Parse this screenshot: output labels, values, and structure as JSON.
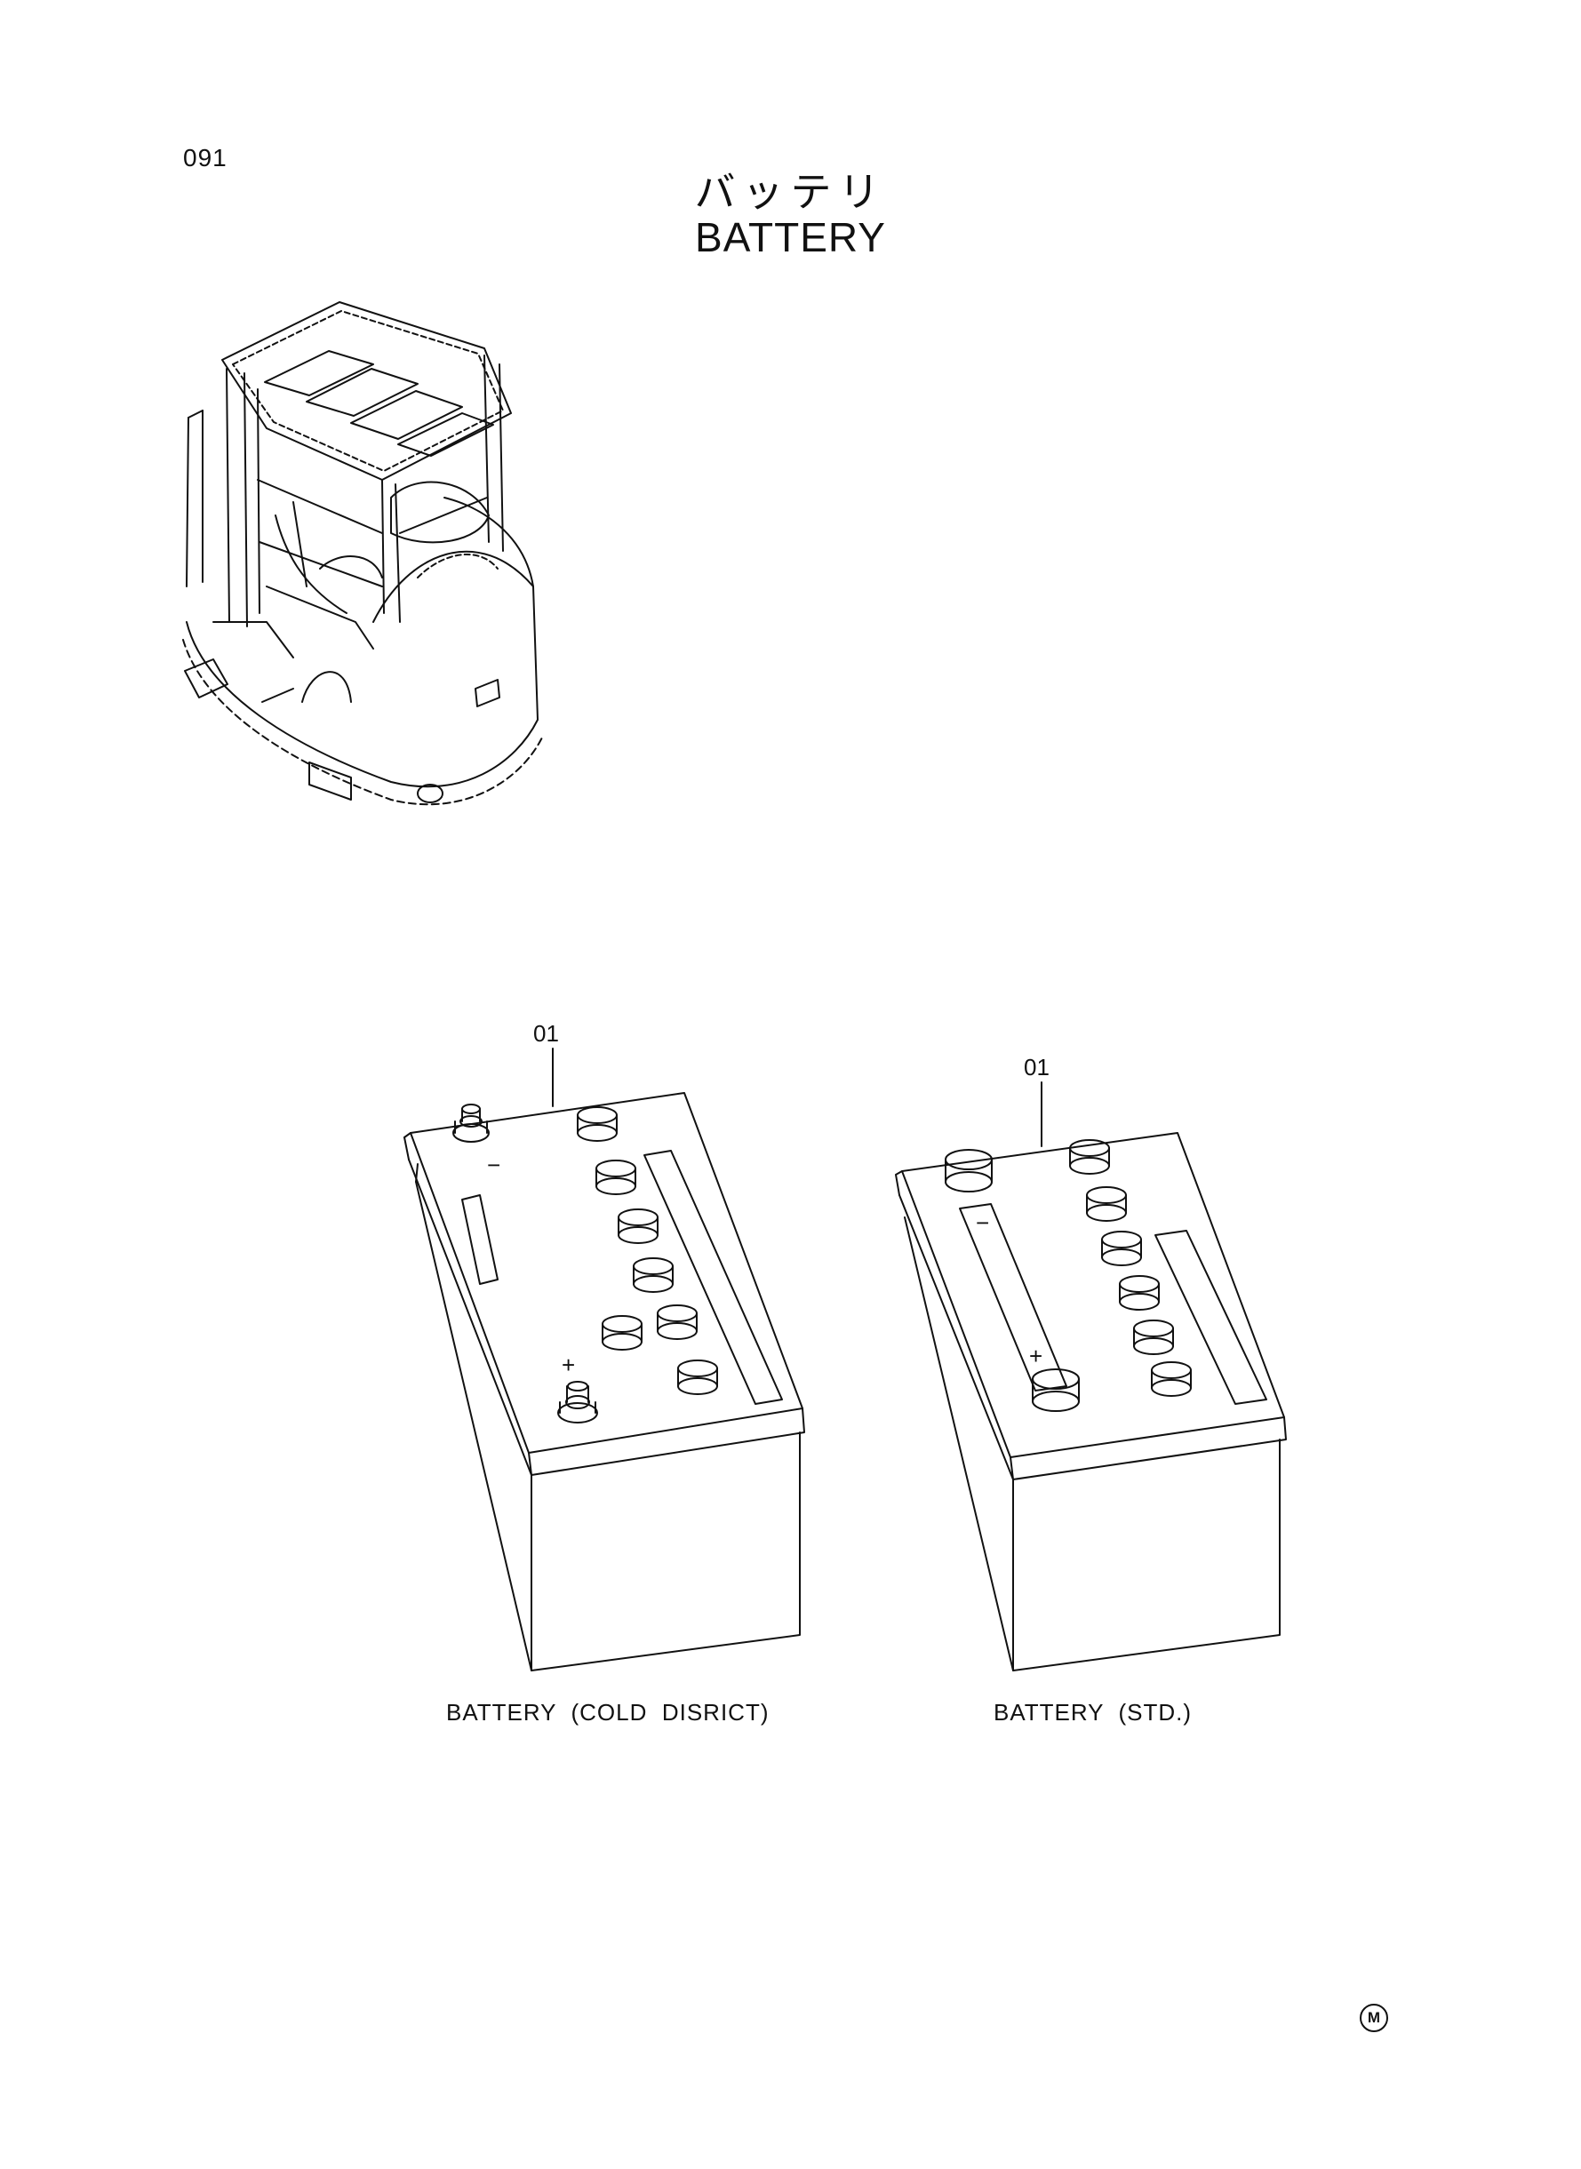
{
  "page": {
    "page_number": "091",
    "title_jp": "バッテリ",
    "title_en": "BATTERY",
    "mark": "M"
  },
  "parts": [
    {
      "ref": "01",
      "caption": "BATTERY  (COLD  DISRICT)"
    },
    {
      "ref": "01",
      "caption": "BATTERY  (STD.)"
    }
  ],
  "terminal_labels": {
    "negative": "−",
    "positive": "+"
  },
  "colors": {
    "ink": "#111111",
    "paper": "#ffffff"
  }
}
